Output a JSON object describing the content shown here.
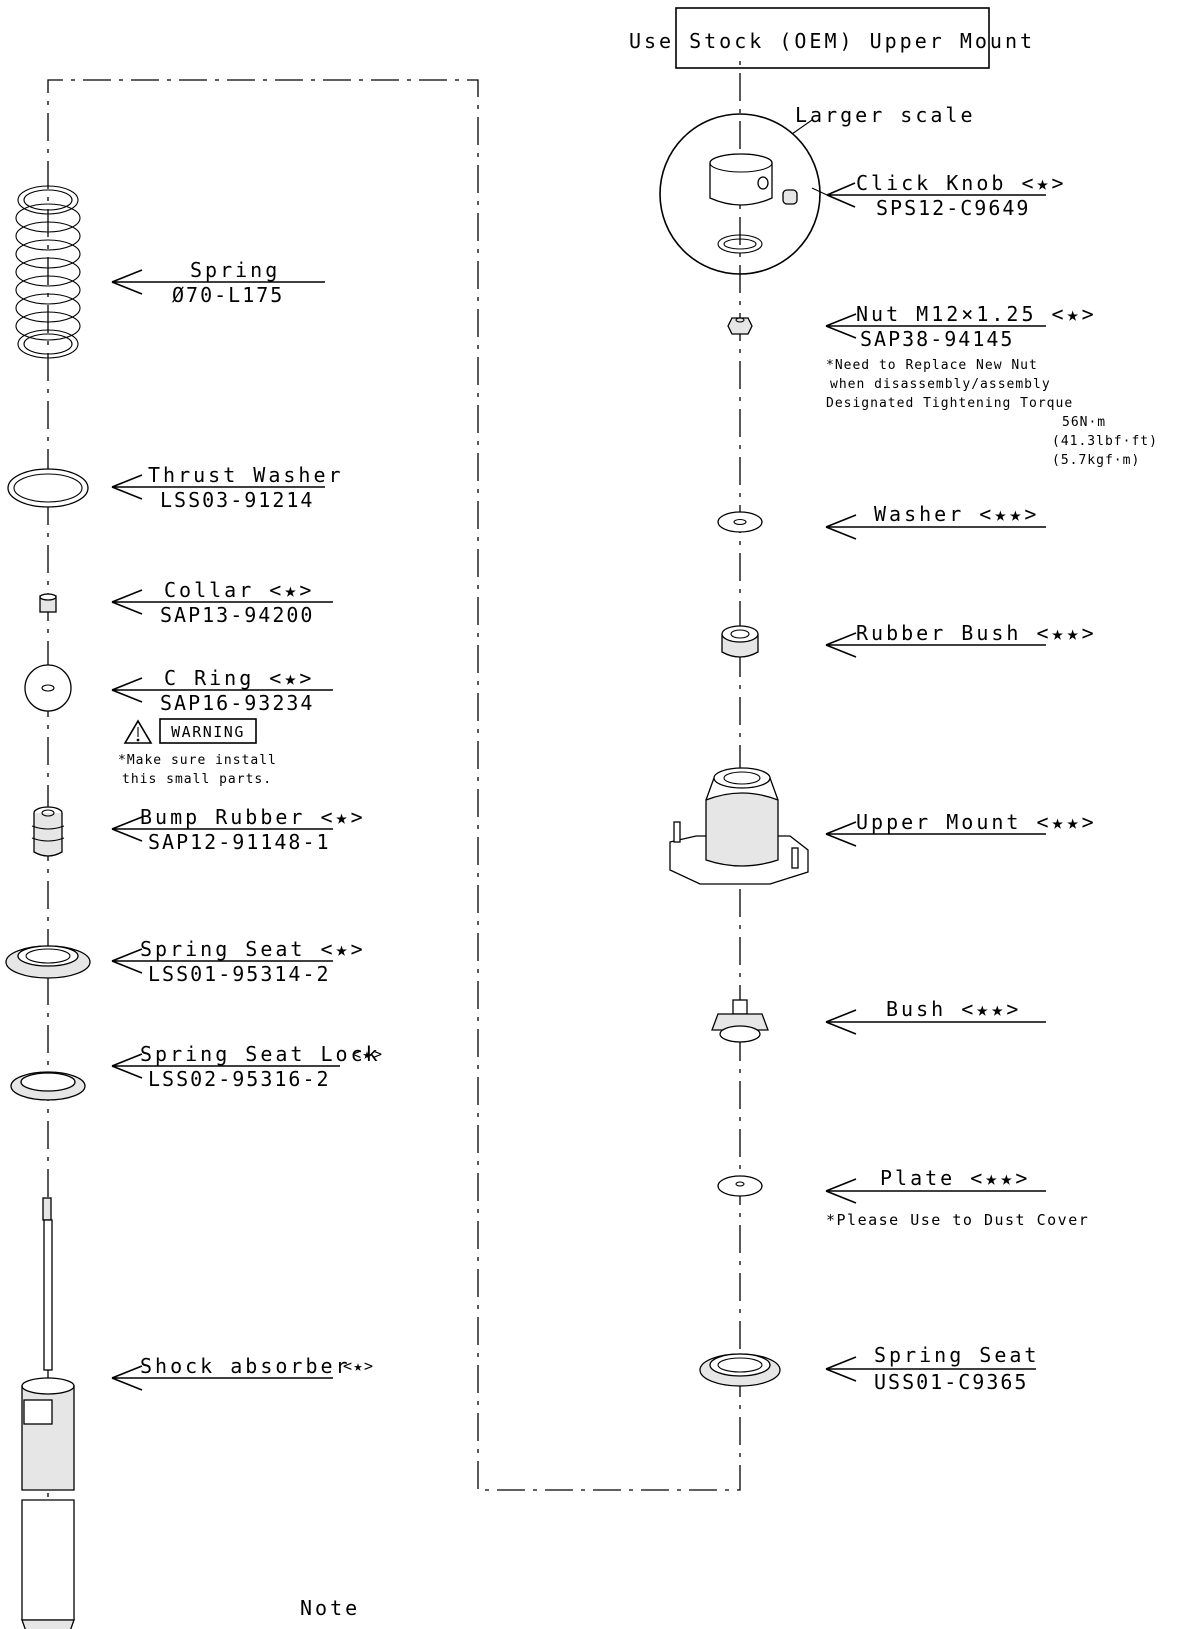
{
  "top_box": {
    "text": "Use Stock (OEM) Upper Mount"
  },
  "larger_scale": "Larger scale",
  "left_parts": {
    "spring": {
      "name": "Spring",
      "part_no": "Ø70-L175"
    },
    "thrust_washer": {
      "name": "Thrust Washer",
      "part_no": "LSS03-91214"
    },
    "collar": {
      "name": "Collar <★>",
      "part_no": "SAP13-94200"
    },
    "c_ring": {
      "name": "C Ring <★>",
      "part_no": "SAP16-93234"
    },
    "warning": {
      "label": "WARNING",
      "note_line1": "*Make sure install",
      "note_line2": "this small parts."
    },
    "bump_rubber": {
      "name": "Bump Rubber <★>",
      "part_no": "SAP12-91148-1"
    },
    "spring_seat": {
      "name": "Spring Seat <★>",
      "part_no": "LSS01-95314-2"
    },
    "spring_seat_lock": {
      "name": "Spring Seat Lock",
      "mark": "<★>",
      "part_no": "LSS02-95316-2"
    },
    "shock_absorber": {
      "name": "Shock absorber",
      "mark": "<★>"
    }
  },
  "right_parts": {
    "click_knob": {
      "name": "Click Knob <★>",
      "part_no": "SPS12-C9649"
    },
    "nut": {
      "name": "Nut M12×1.25 <★>",
      "part_no": "SAP38-94145",
      "note_line1": "*Need to Replace New Nut",
      "note_line2": "when disassembly/assembly",
      "note_line3": "Designated Tightening Torque",
      "torque_nm": "56N·m",
      "torque_lbf": "(41.3lbf·ft)",
      "torque_kgf": "(5.7kgf·m)"
    },
    "washer": {
      "name": "Washer <★★>"
    },
    "rubber_bush": {
      "name": "Rubber Bush <★★>"
    },
    "upper_mount": {
      "name": "Upper Mount <★★>"
    },
    "bush": {
      "name": "Bush <★★>"
    },
    "plate": {
      "name": "Plate <★★>",
      "note": "*Please Use to Dust Cover"
    },
    "spring_seat": {
      "name": "Spring Seat",
      "part_no": "USS01-C9365"
    }
  },
  "footer": {
    "note": "Note"
  }
}
